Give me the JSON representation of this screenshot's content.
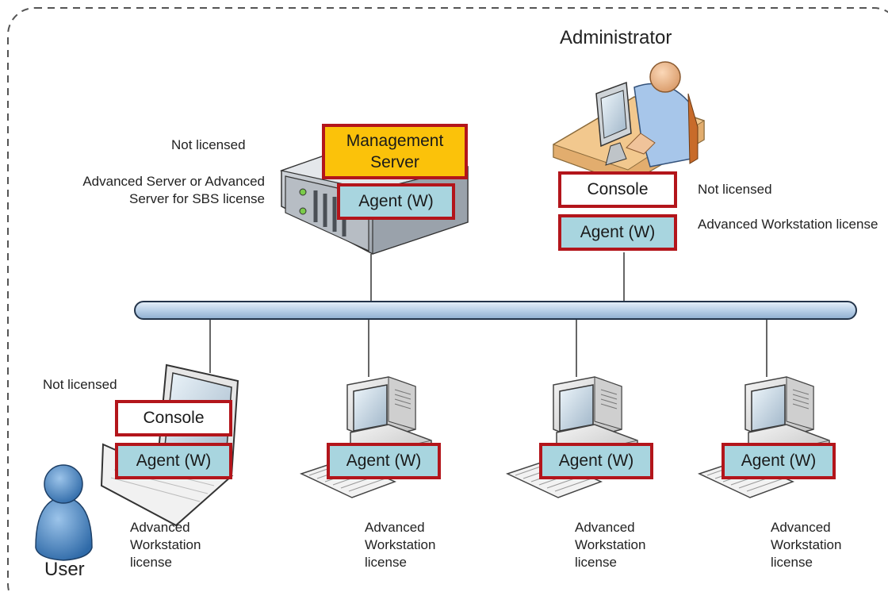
{
  "administrator_label": "Administrator",
  "user_label": "User",
  "server": {
    "note": "Not licensed",
    "license": "Advanced Server or Advanced Server for SBS license",
    "management_server_lines": [
      "Management",
      "Server"
    ],
    "agent": "Agent (W)"
  },
  "admin_station": {
    "console": "Console",
    "console_note": "Not licensed",
    "agent": "Agent (W)",
    "license": "Advanced Workstation license"
  },
  "laptop": {
    "note": "Not licensed",
    "console": "Console",
    "agent": "Agent (W)",
    "license": "Advanced Workstation license"
  },
  "workstations": [
    {
      "agent": "Agent (W)",
      "license": "Advanced Workstation license"
    },
    {
      "agent": "Agent (W)",
      "license": "Advanced Workstation license"
    },
    {
      "agent": "Agent (W)",
      "license": "Advanced Workstation license"
    }
  ],
  "colors": {
    "border_red": "#b3151b",
    "agent_fill": "#a8d5df",
    "management_fill": "#fbc20a",
    "network_bar": "#c3d8ec"
  },
  "icons": [
    "server-icon",
    "administrator-desk-icon",
    "laptop-icon",
    "desktop-computer-icon",
    "user-icon"
  ]
}
